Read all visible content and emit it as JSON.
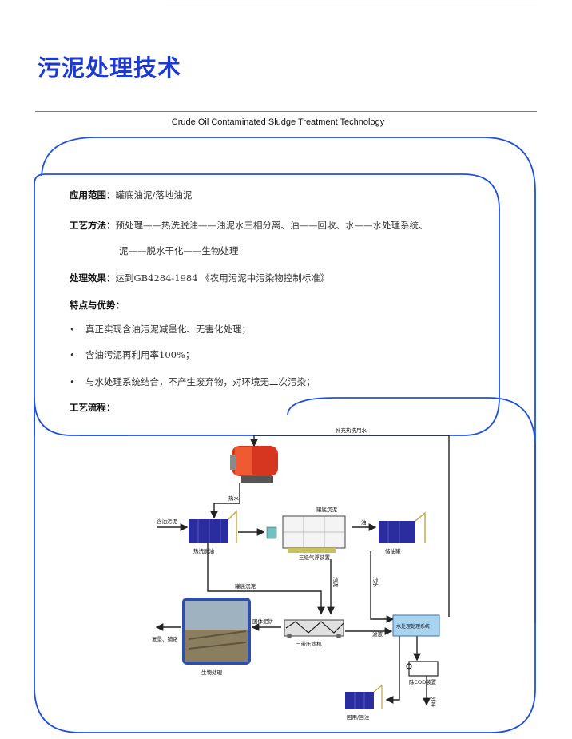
{
  "header": {
    "title": "污泥处理技术",
    "subtitle": "Crude Oil Contaminated Sludge Treatment Technology"
  },
  "info": {
    "scope_label": "应用范围：",
    "scope_value": "罐底油泥/落地油泥",
    "method_label": "工艺方法：",
    "method_value_1": "预处理——热洗脱油——油泥水三相分离、油——回收、水——水处理系统、",
    "method_value_2": "泥——脱水干化——生物处理",
    "effect_label": "处理效果：",
    "effect_value": "达到GB4284-1984 《农用污泥中污染物控制标准》",
    "features_label": "特点与优势：",
    "bullets": [
      "真正实现含油污泥减量化、无害化处理；",
      "含油污泥再利用率100%；",
      "与水处理系统结合，不产生废弃物，对环境无二次污染；"
    ],
    "flow_label": "工艺流程："
  },
  "diagram": {
    "labels": {
      "supplement_water": "补充热洗用水",
      "hot_water": "热水",
      "oily_sludge": "含油污泥",
      "hot_wash": "热洗脱油",
      "tank_bottom": "罐底沉泥",
      "oil": "油",
      "flotation": "三级气浮装置",
      "oil_tank": "储油罐",
      "tank_bottom_sludge": "罐底沉泥",
      "sludge": "污泥",
      "water_out": "污水",
      "solid_sludge": "固体泥饼",
      "filter_press": "三带压滤机",
      "water_system": "水处理处理系统",
      "filtrate": "滤液",
      "reclaim": "复垦、铺路",
      "bio": "生物处理",
      "cod_device": "除COD装置",
      "discharge": "外排",
      "reuse": "回用/回注"
    }
  },
  "colors": {
    "title": "#1d39d4",
    "frame": "#1f50e0",
    "rule": "#5b7bd6",
    "tank": "#2b2d9e",
    "boiler": "#d6361f"
  }
}
